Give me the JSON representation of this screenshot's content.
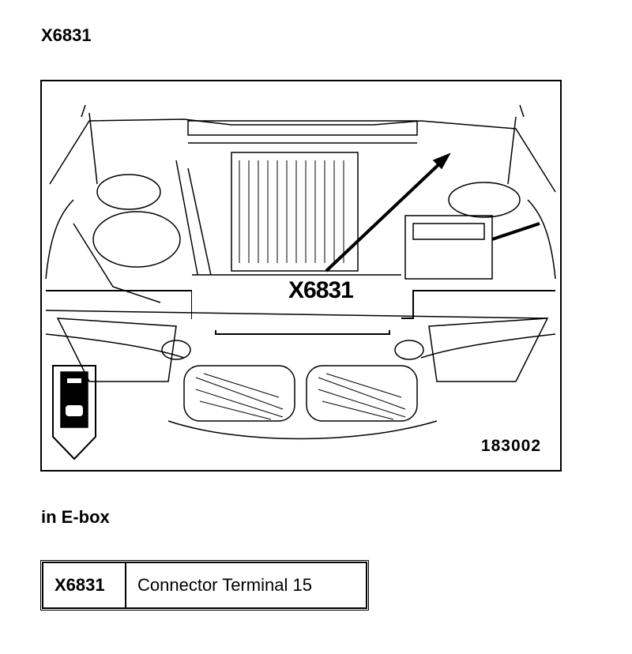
{
  "page_title": "X6831",
  "figure": {
    "callout_label": "X6831",
    "image_number": "183002",
    "icon": "engine-compartment-locator-icon"
  },
  "location": "in E-box",
  "connector_table": {
    "rows": [
      {
        "code": "X6831",
        "description": "Connector Terminal 15"
      }
    ]
  }
}
